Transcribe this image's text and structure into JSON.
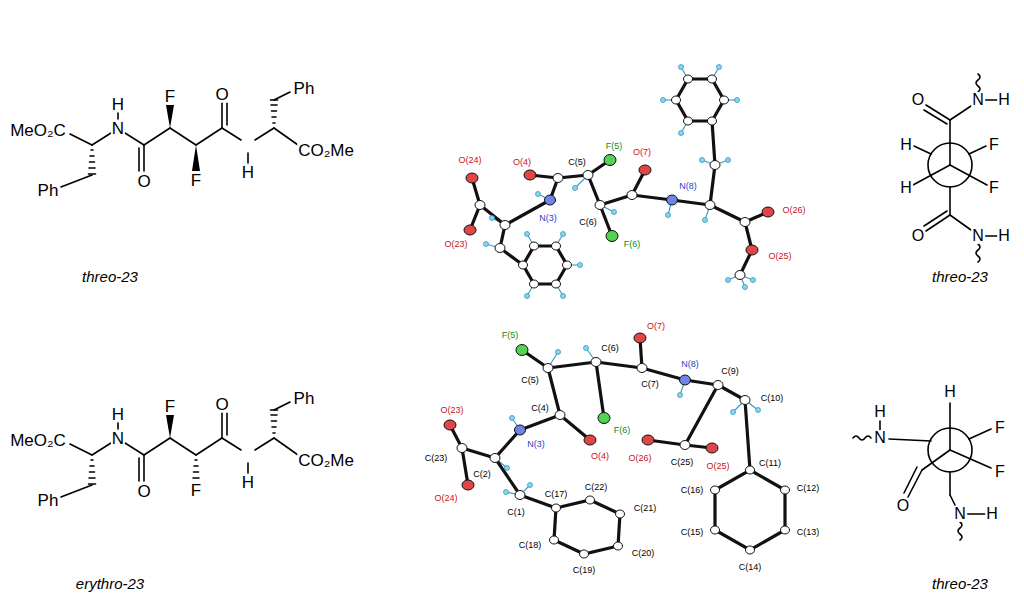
{
  "diagram": {
    "labels": [
      "H",
      "F",
      "O",
      "Ph",
      "MeO₂C",
      "N",
      "CO₂Me",
      "O",
      "F",
      "H",
      "Ph",
      "threo-23",
      "O(24)",
      "O(4)",
      "C(5)",
      "F(5)",
      "O(7)",
      "N(8)",
      "O(23)",
      "N(3)",
      "C(6)",
      "F(6)",
      "O(26)",
      "O(25)",
      "threo-23",
      "O",
      "N",
      "H",
      "H",
      "F",
      "H",
      "F",
      "O",
      "N",
      "H",
      "H",
      "F",
      "O",
      "Ph",
      "MeO₂C",
      "N",
      "CO₂Me",
      "O",
      "F",
      "H",
      "Ph",
      "erythro-23",
      "F(5)",
      "O(7)",
      "C(5)",
      "C(6)",
      "C(7)",
      "N(8)",
      "C(9)",
      "C(10)",
      "O(23)",
      "N(3)",
      "C(4)",
      "O(4)",
      "F(6)",
      "O(26)",
      "C(25)",
      "O(25)",
      "C(23)",
      "C(2)",
      "O(24)",
      "C(1)",
      "C(17)",
      "C(22)",
      "C(21)",
      "C(18)",
      "C(19)",
      "C(20)",
      "C(11)",
      "C(12)",
      "C(16)",
      "C(13)",
      "C(15)",
      "C(14)",
      "threo-23",
      "H",
      "F",
      "H",
      "N",
      "F",
      "O",
      "N",
      "H"
    ]
  }
}
